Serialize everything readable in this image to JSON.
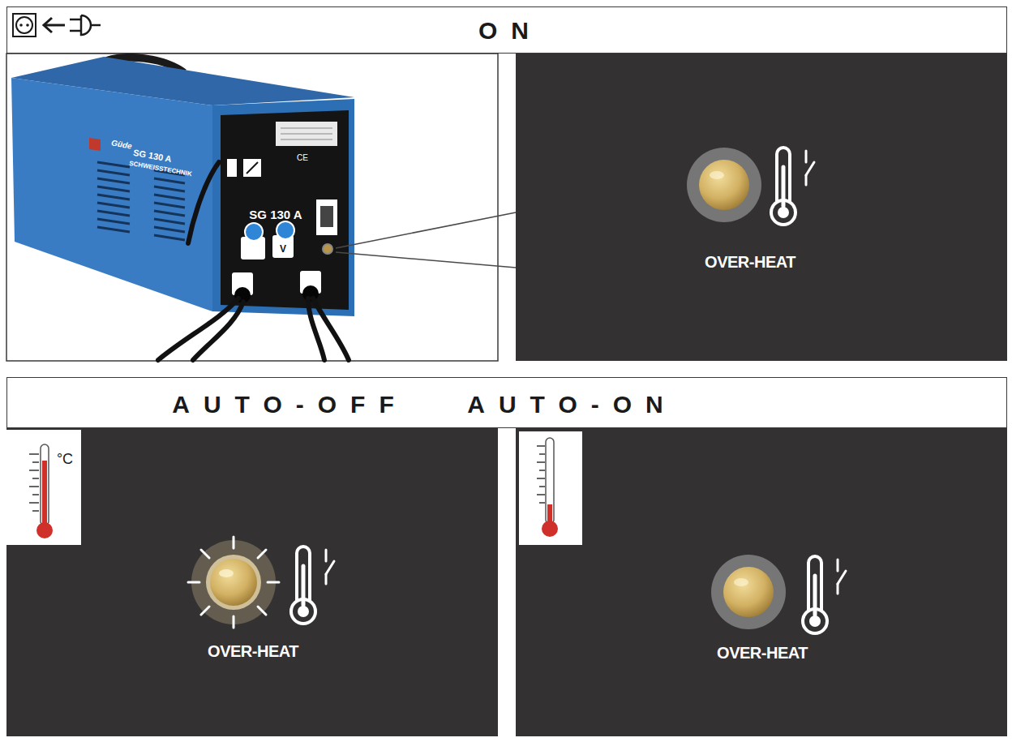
{
  "diagram": {
    "nodes": [
      {
        "text": [
          "ON"
        ]
      },
      {
        "text": [
          "AUTO-OFF",
          "AUTO-ON"
        ]
      },
      {
        "text": [
          "OVER-HEAT"
        ]
      },
      {
        "text": [
          "OVER-HEAT"
        ]
      },
      {
        "text": [
          "OVER-HEAT"
        ]
      }
    ],
    "labels": [
      "Güde",
      "SG 130 A",
      "SCHWEISSTECHNIK",
      "CE",
      "SG 130 A",
      "V",
      "°C"
    ]
  }
}
